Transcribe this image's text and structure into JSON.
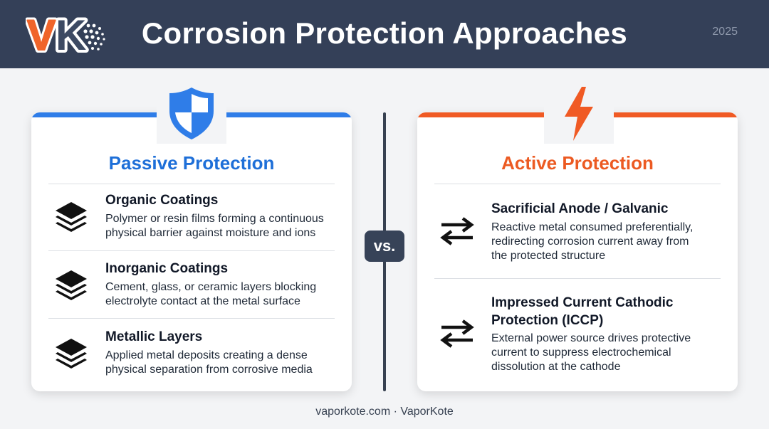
{
  "header": {
    "logo_text": "VK",
    "title": "Corrosion Protection Approaches",
    "year": "2025"
  },
  "vs_label": "vs.",
  "passive": {
    "title": "Passive Protection",
    "icon": "shield-icon",
    "accent": "#1e6fd8",
    "items": [
      {
        "icon": "layers-icon",
        "title": "Organic Coatings",
        "desc_lines": [
          "Polymer or resin films forming a continuous",
          "physical barrier against moisture and ions"
        ]
      },
      {
        "icon": "layers-icon",
        "title": "Inorganic Coatings",
        "desc_lines": [
          "Cement, glass, or ceramic layers blocking",
          "electrolyte contact at the metal surface"
        ]
      },
      {
        "icon": "layers-icon",
        "title": "Metallic Layers",
        "desc_lines": [
          "Applied metal deposits creating a dense",
          "physical separation from corrosive media"
        ]
      }
    ]
  },
  "active": {
    "title": "Active Protection",
    "icon": "lightning-bolt-icon",
    "accent": "#ec5a22",
    "items": [
      {
        "icon": "exchange-arrows-icon",
        "title_lines": [
          "Sacrificial Anode / Galvanic"
        ],
        "desc_lines": [
          "Reactive metal consumed preferentially,",
          "redirecting corrosion current away from",
          "the protected structure"
        ]
      },
      {
        "icon": "exchange-arrows-icon",
        "title_lines": [
          "Impressed Current Cathodic",
          "Protection (ICCP)"
        ],
        "desc_lines": [
          "External power source drives protective",
          "current to suppress electrochemical",
          "dissolution at the cathode"
        ]
      }
    ]
  },
  "footer": "vaporkote.com · VaporKote"
}
